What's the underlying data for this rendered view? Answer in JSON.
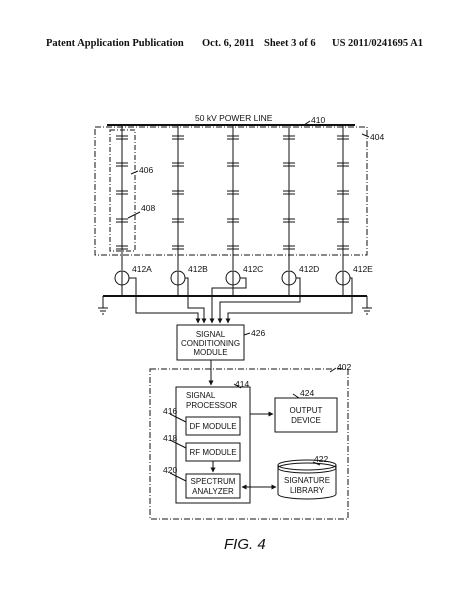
{
  "header": {
    "publication": "Patent Application Publication",
    "date": "Oct. 6, 2011",
    "sheet": "Sheet 3 of 6",
    "number": "US 2011/0241695 A1"
  },
  "figure": {
    "power_line_label": "50 kV POWER LINE",
    "labels": {
      "power_line": "410",
      "enclosure": "404",
      "string": "406",
      "capacitor": "408",
      "signal_conditioning": "426",
      "system": "402",
      "signal_processor": "414",
      "output_device": "424",
      "df_module": "416",
      "rf_module": "418",
      "spectrum_analyzer": "420",
      "signature_library": "422"
    },
    "sensors": [
      "412A",
      "412B",
      "412C",
      "412D",
      "412E"
    ],
    "signal_conditioning": {
      "line1": "SIGNAL",
      "line2": "CONDITIONING",
      "line3": "MODULE"
    },
    "signal_processor": {
      "line1": "SIGNAL",
      "line2": "PROCESSOR"
    },
    "df_module": "DF MODULE",
    "rf_module": "RF MODULE",
    "spectrum_analyzer": {
      "line1": "SPECTRUM",
      "line2": "ANALYZER"
    },
    "output_device": {
      "line1": "OUTPUT",
      "line2": "DEVICE"
    },
    "signature_library": {
      "line1": "SIGNATURE",
      "line2": "LIBRARY"
    },
    "caption": "FIG. 4"
  }
}
